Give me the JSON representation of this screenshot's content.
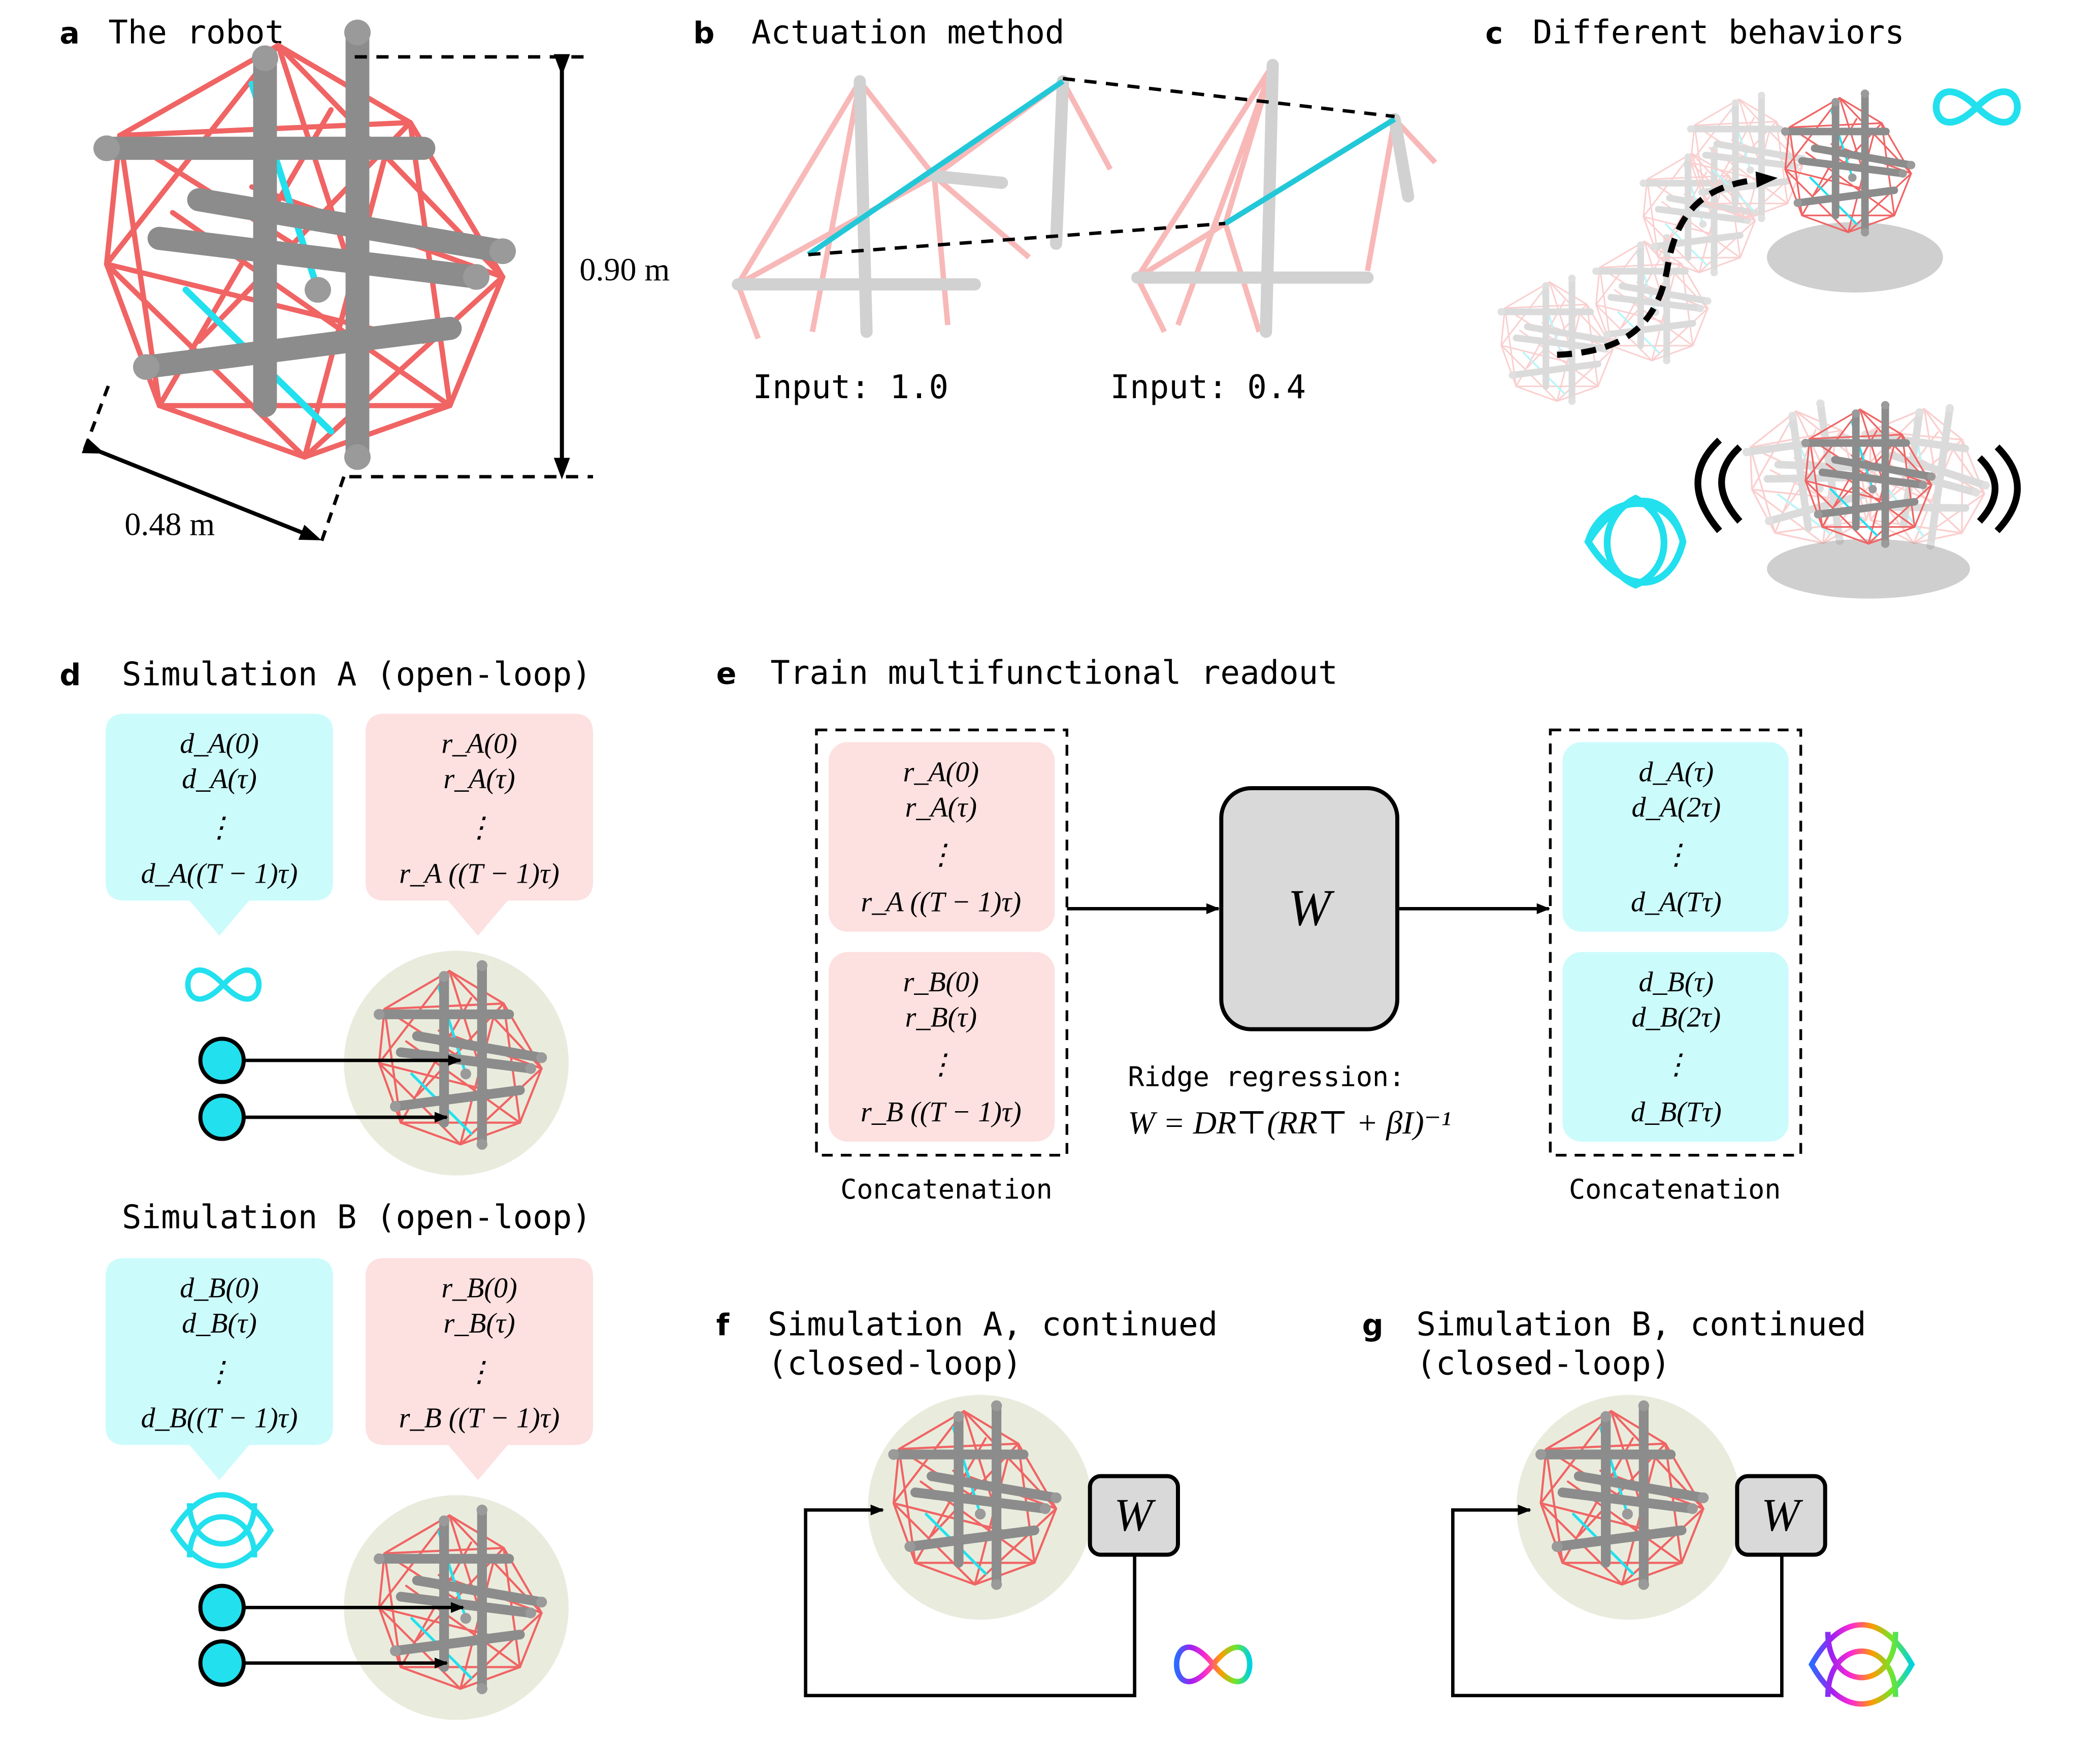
{
  "colors": {
    "cyan_fill": "#ccfbfc",
    "pink_fill": "#fde0e0",
    "cyan_accent": "#22e0ee",
    "red_strut": "#f06464",
    "gray_rod": "#8c8c8c",
    "olive_bg": "#e9ecdd",
    "W_fill": "#d9d9d9"
  },
  "panels": {
    "a": {
      "letter": "a",
      "title": "The robot",
      "height_label": "0.90 m",
      "width_label": "0.48 m"
    },
    "b": {
      "letter": "b",
      "title": "Actuation method",
      "input1": "Input: 1.0",
      "input2": "Input: 0.4"
    },
    "c": {
      "letter": "c",
      "title": "Different behaviors"
    },
    "d": {
      "letter": "d",
      "title_a": "Simulation A (open-loop)",
      "title_b": "Simulation B (open-loop)",
      "a_target": [
        "d_A(0)",
        "d_A(τ)",
        "⋮",
        "d_A((T − 1)τ)"
      ],
      "a_reservoir": [
        "r_A(0)",
        "r_A(τ)",
        "⋮",
        "r_A ((T − 1)τ)"
      ],
      "b_target": [
        "d_B(0)",
        "d_B(τ)",
        "⋮",
        "d_B((T − 1)τ)"
      ],
      "b_reservoir": [
        "r_B(0)",
        "r_B(τ)",
        "⋮",
        "r_B ((T − 1)τ)"
      ]
    },
    "e": {
      "letter": "e",
      "title": "Train multifunctional readout",
      "left_a": [
        "r_A(0)",
        "r_A(τ)",
        "⋮",
        "r_A ((T − 1)τ)"
      ],
      "left_b": [
        "r_B(0)",
        "r_B(τ)",
        "⋮",
        "r_B ((T − 1)τ)"
      ],
      "right_a": [
        "d_A(τ)",
        "d_A(2τ)",
        "⋮",
        "d_A(Tτ)"
      ],
      "right_b": [
        "d_B(τ)",
        "d_B(2τ)",
        "⋮",
        "d_B(Tτ)"
      ],
      "W": "W",
      "ridge_label": "Ridge regression:",
      "ridge_formula": "W = DR⊤(RR⊤ + βI)⁻¹",
      "concat_left": "Concatenation",
      "concat_right": "Concatenation"
    },
    "f": {
      "letter": "f",
      "title_line1": "Simulation A, continued",
      "title_line2": "(closed-loop)",
      "W": "W"
    },
    "g": {
      "letter": "g",
      "title_line1": "Simulation B, continued",
      "title_line2": "(closed-loop)",
      "W": "W"
    }
  }
}
